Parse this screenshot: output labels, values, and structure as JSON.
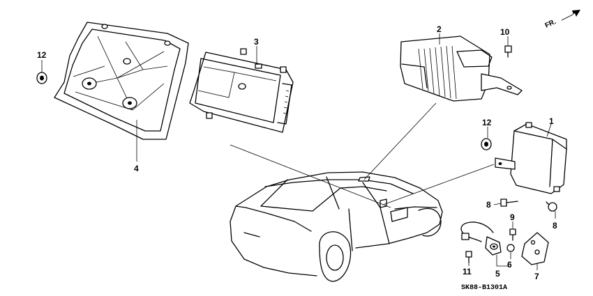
{
  "orientation": {
    "label": "FR."
  },
  "diagram_code": "SK88-B1301A",
  "callouts": {
    "c1": "1",
    "c2": "2",
    "c3": "3",
    "c4": "4",
    "c5": "5",
    "c6": "6",
    "c7": "7",
    "c8a": "8",
    "c8b": "8",
    "c9": "9",
    "c10": "10",
    "c11": "11",
    "c12a": "12",
    "c12b": "12"
  }
}
